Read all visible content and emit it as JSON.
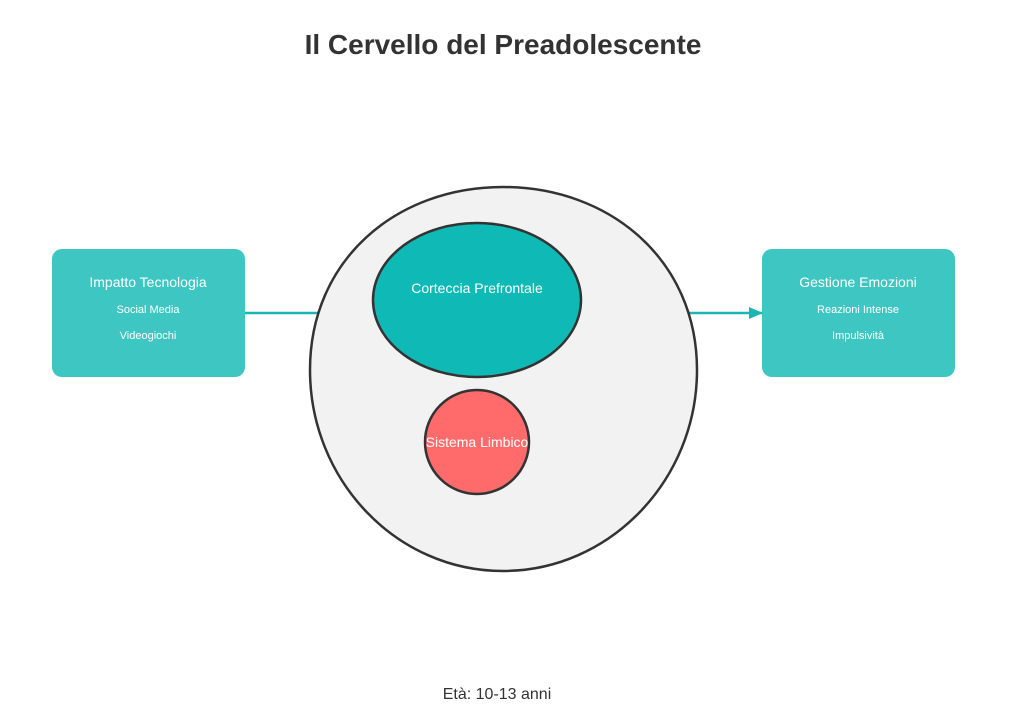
{
  "title": "Il Cervello del Preadolescente",
  "left_box": {
    "title": "Impatto Tecnologia",
    "items": [
      "Social Media",
      "Videogiochi"
    ]
  },
  "right_box": {
    "title": "Gestione Emozioni",
    "items": [
      "Reazioni Intense",
      "Impulsività"
    ]
  },
  "brain": {
    "prefrontal_label": "Corteccia Prefrontale",
    "limbic_label": "Sistema Limbico"
  },
  "footer": "Età: 10-13 anni",
  "colors": {
    "box_fill": "#3ec6c3",
    "prefrontal_fill": "#0fbab6",
    "limbic_fill": "#ff6b6b",
    "brain_fill": "#f2f2f2",
    "outline": "#333333",
    "arrow": "#1bb5b2",
    "title": "#333333"
  }
}
